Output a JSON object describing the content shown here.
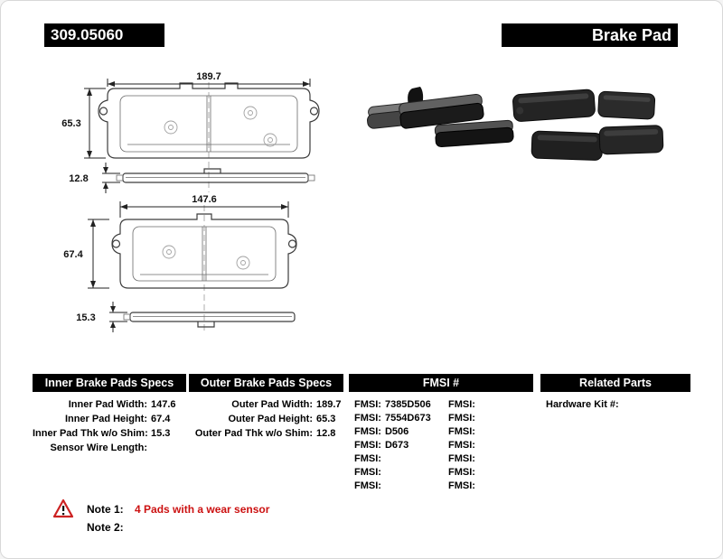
{
  "header": {
    "part_number": "309.05060",
    "product_type": "Brake Pad"
  },
  "drawings": {
    "outer_front": {
      "width_label": "189.7",
      "height_label": "65.3"
    },
    "outer_edge": {
      "thickness_label": "12.8"
    },
    "inner_front": {
      "width_label": "147.6",
      "height_label": "67.4"
    },
    "inner_edge": {
      "thickness_label": "15.3"
    }
  },
  "specs": {
    "inner": {
      "title": "Inner Brake Pads Specs",
      "rows": [
        {
          "label": "Inner Pad Width:",
          "value": "147.6"
        },
        {
          "label": "Inner Pad Height:",
          "value": "67.4"
        },
        {
          "label": "Inner Pad Thk w/o Shim:",
          "value": "15.3"
        },
        {
          "label": "Sensor Wire Length:",
          "value": ""
        }
      ]
    },
    "outer": {
      "title": "Outer Brake Pads Specs",
      "rows": [
        {
          "label": "Outer Pad Width:",
          "value": "189.7"
        },
        {
          "label": "Outer Pad Height:",
          "value": "65.3"
        },
        {
          "label": "Outer Pad Thk w/o Shim:",
          "value": "12.8"
        }
      ]
    },
    "fmsi": {
      "title": "FMSI #",
      "left_rows": [
        {
          "label": "FMSI:",
          "value": "7385D506"
        },
        {
          "label": "FMSI:",
          "value": "7554D673"
        },
        {
          "label": "FMSI:",
          "value": "D506"
        },
        {
          "label": "FMSI:",
          "value": "D673"
        },
        {
          "label": "FMSI:",
          "value": ""
        },
        {
          "label": "FMSI:",
          "value": ""
        },
        {
          "label": "FMSI:",
          "value": ""
        }
      ],
      "right_rows": [
        {
          "label": "FMSI:",
          "value": ""
        },
        {
          "label": "FMSI:",
          "value": ""
        },
        {
          "label": "FMSI:",
          "value": ""
        },
        {
          "label": "FMSI:",
          "value": ""
        },
        {
          "label": "FMSI:",
          "value": ""
        },
        {
          "label": "FMSI:",
          "value": ""
        },
        {
          "label": "FMSI:",
          "value": ""
        }
      ]
    },
    "related": {
      "title": "Related Parts",
      "rows": [
        {
          "label": "Hardware Kit #:",
          "value": ""
        }
      ]
    }
  },
  "notes": {
    "note1_label": "Note 1:",
    "note1_text": "4 Pads with a wear sensor",
    "note2_label": "Note 2:",
    "note2_text": ""
  },
  "colors": {
    "header_bg": "#000000",
    "note_red": "#cc1111",
    "drawing_line": "#3c3c3c"
  }
}
